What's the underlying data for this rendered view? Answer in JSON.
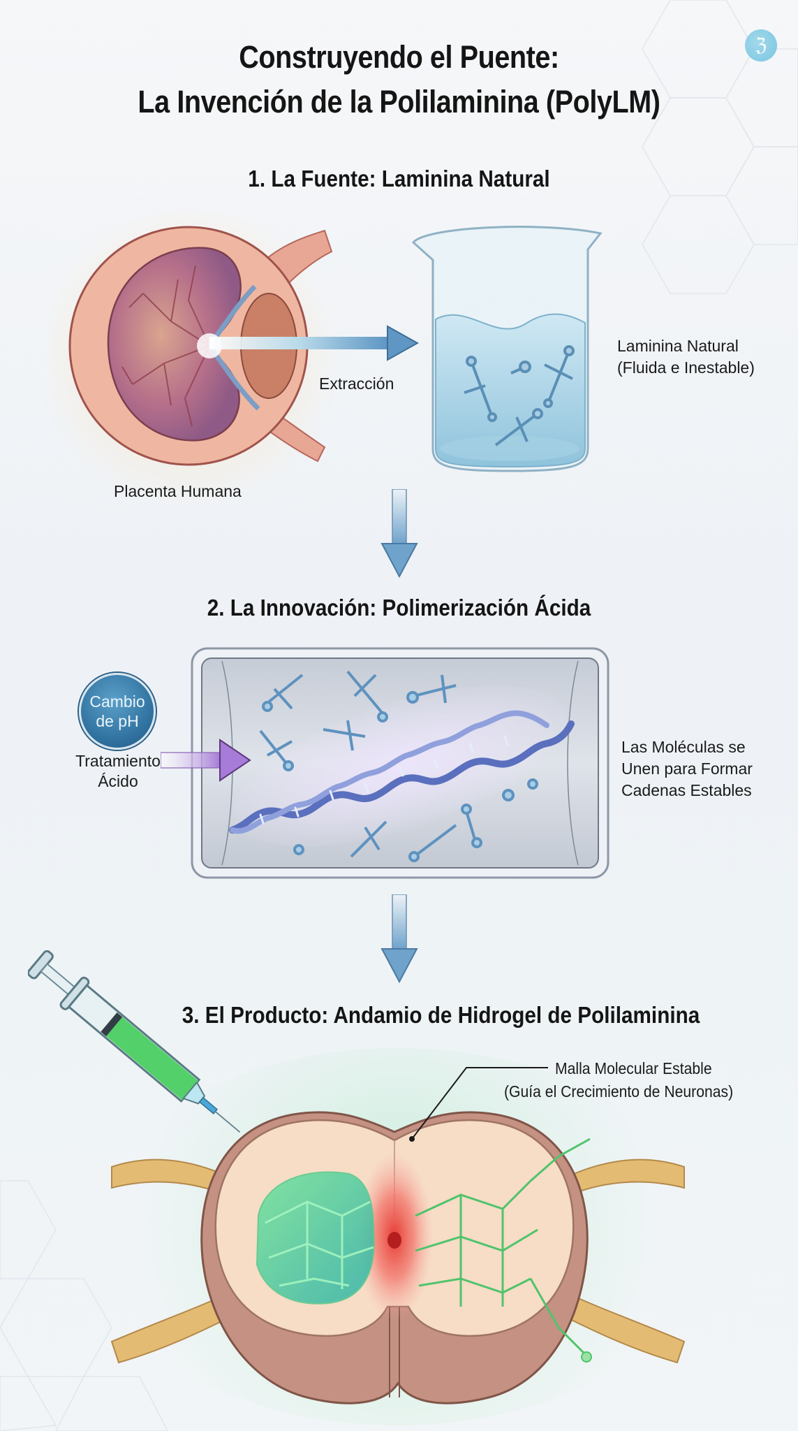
{
  "header": {
    "title_line1": "Construyendo el Puente:",
    "title_line2": "La Invención de la Polilaminina (PolyLM)",
    "logo_icon": "brand-logo-icon"
  },
  "sections": [
    {
      "title": "1. La Fuente: Laminina Natural",
      "labels": {
        "source": "Placenta Humana",
        "process": "Extracción",
        "result_line1": "Laminina Natural",
        "result_line2": "(Fluida e Inestable)"
      },
      "icons": [
        "placenta-illustration",
        "extraction-arrow-icon",
        "beaker-icon",
        "laminin-molecule-icon"
      ]
    },
    {
      "title": "2. La Innovación: Polimerización Ácida",
      "labels": {
        "badge_line1": "Cambio",
        "badge_line2": "de pH",
        "input_line1": "Tratamiento",
        "input_line2": "Ácido",
        "result_line1": "Las Moléculas se",
        "result_line2": "Unen para Formar",
        "result_line3": "Cadenas Estables"
      },
      "icons": [
        "ph-badge",
        "acid-arrow-icon",
        "reaction-chamber",
        "polymer-chain-icon"
      ]
    },
    {
      "title": "3. El Producto: Andamio de Hidrogel de Polilaminina",
      "labels": {
        "callout_line1": "Malla Molecular Estable",
        "callout_line2": "(Guía el Crecimiento de Neuronas)"
      },
      "icons": [
        "syringe-icon",
        "spinal-cord-illustration",
        "hydrogel-mesh-icon",
        "injury-site-icon"
      ]
    }
  ],
  "colors": {
    "arrow_blue": "#6fa3cc",
    "acid_purple": "#a77bd8",
    "hydrogel_green": "#3fcf7a",
    "injury_red": "#e8473f",
    "placenta_pink": "#d98b7e",
    "badge_blue": "#2d6e9c"
  }
}
